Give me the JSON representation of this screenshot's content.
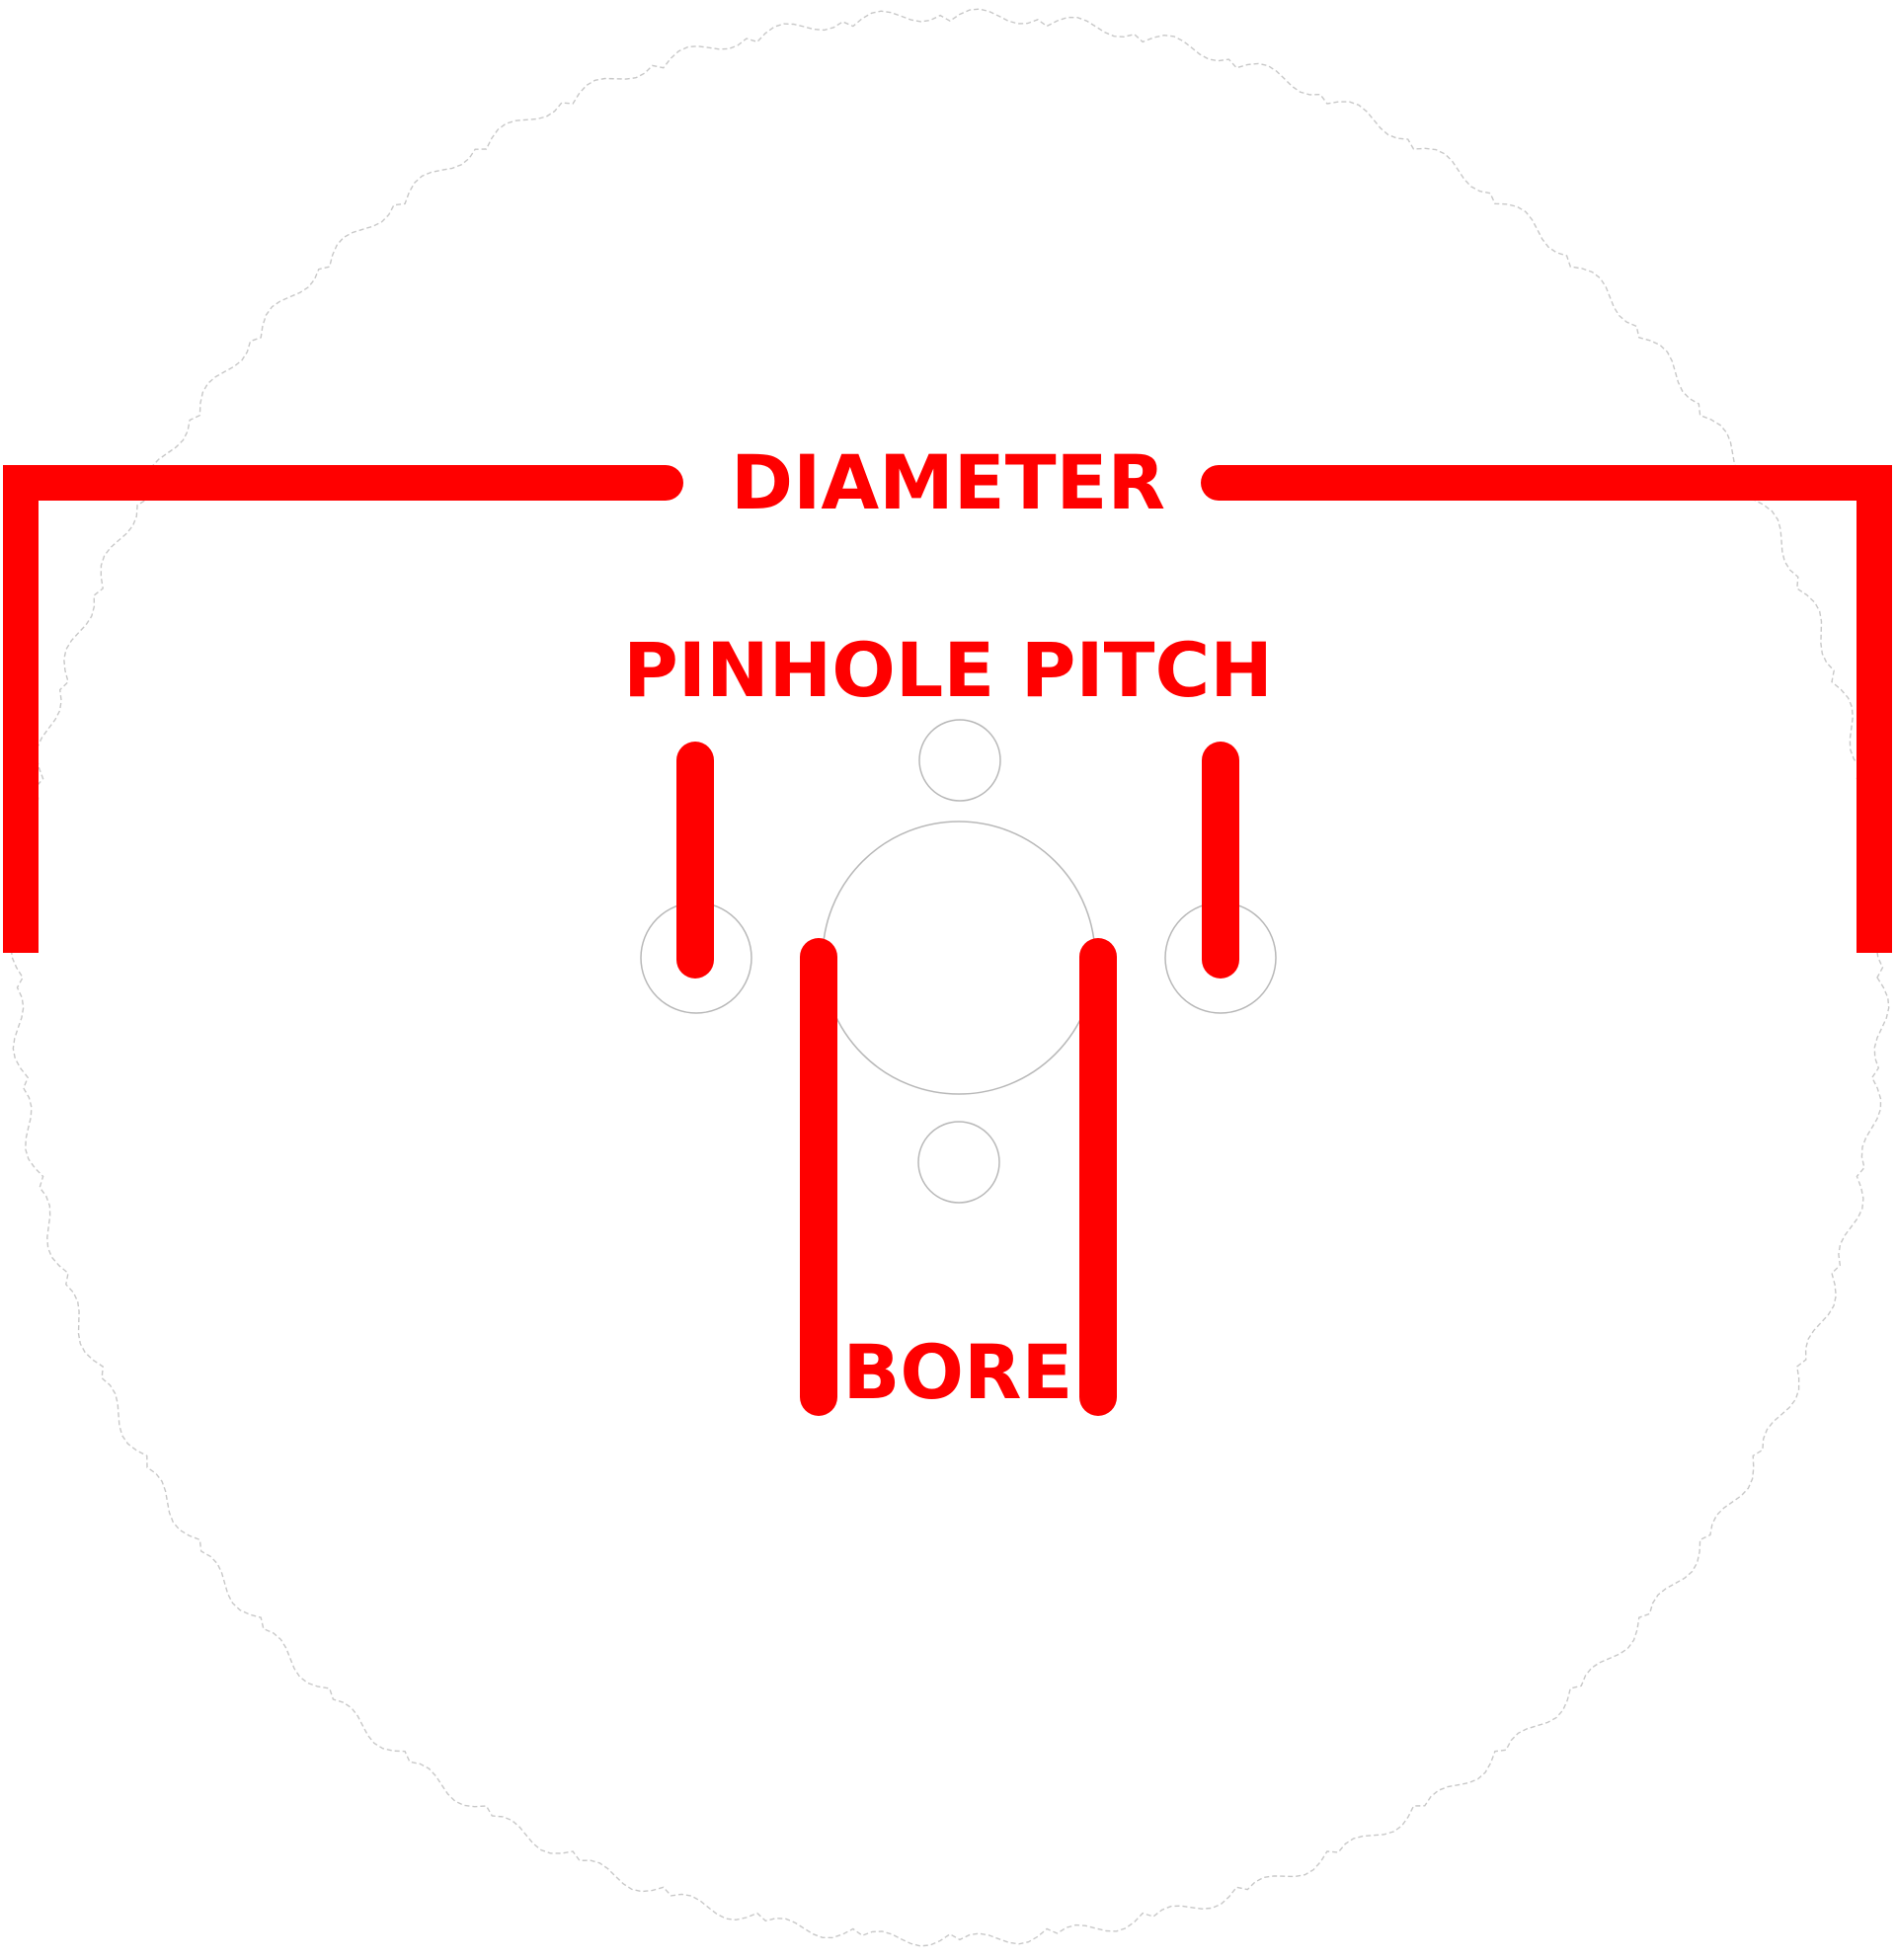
{
  "labels": {
    "diameter": "DIAMETER",
    "pinhole_pitch": "PINHOLE PITCH",
    "bore": "BORE"
  },
  "colors": {
    "annotation": "#ff0000",
    "blade_outline": "#9a9a9a",
    "background": "#ffffff"
  },
  "blade": {
    "tooth_count": 60
  }
}
